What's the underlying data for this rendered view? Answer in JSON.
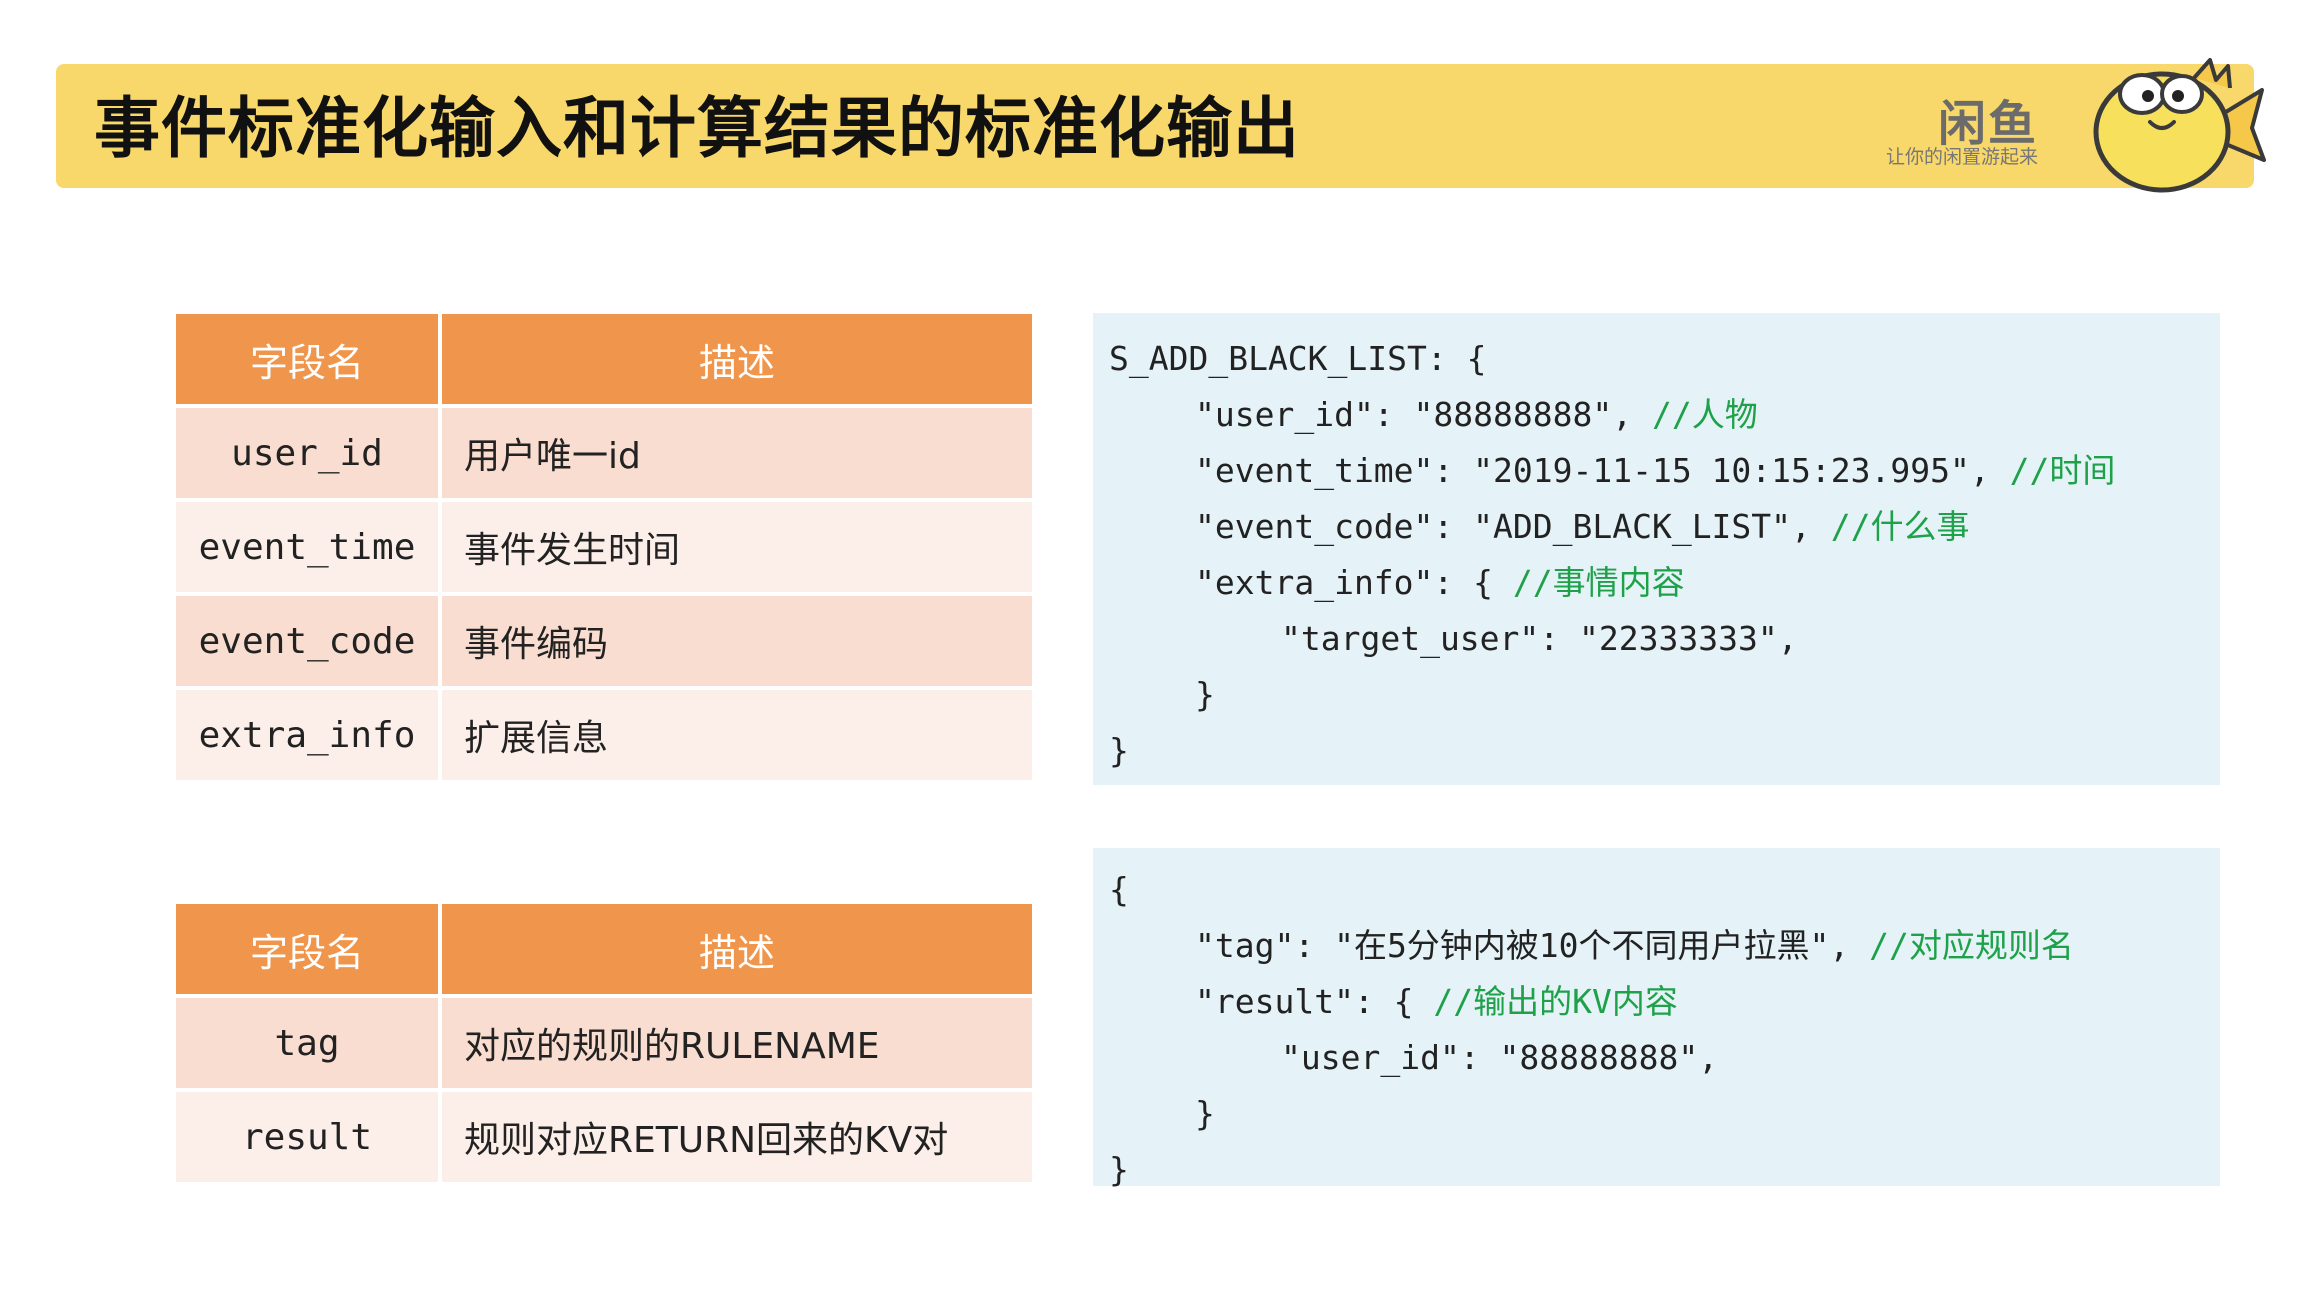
{
  "slide": {
    "title": "事件标准化输入和计算结果的标准化输出",
    "logo_name": "闲鱼",
    "logo_tagline": "让你的闲置游起来"
  },
  "input_table": {
    "headers": [
      "字段名",
      "描述"
    ],
    "rows": [
      {
        "name": "user_id",
        "desc": "用户唯一id"
      },
      {
        "name": "event_time",
        "desc": "事件发生时间"
      },
      {
        "name": "event_code",
        "desc": "事件编码"
      },
      {
        "name": "extra_info",
        "desc": "扩展信息"
      }
    ]
  },
  "output_table": {
    "headers": [
      "字段名",
      "描述"
    ],
    "rows": [
      {
        "name": "tag",
        "desc": "对应的规则的RULENAME"
      },
      {
        "name": "result",
        "desc": "规则对应RETURN回来的KV对"
      }
    ]
  },
  "input_code": {
    "line1": "S_ADD_BLACK_LIST: {",
    "line2_code": "\"user_id\": \"88888888\", ",
    "line2_comment": "//人物",
    "line3_code": "\"event_time\": \"2019-11-15 10:15:23.995\", ",
    "line3_comment": "//时间",
    "line4_code": "\"event_code\": \"ADD_BLACK_LIST\", ",
    "line4_comment": "//什么事",
    "line5_code": "\"extra_info\": { ",
    "line5_comment": "//事情内容",
    "line6": "\"target_user\": \"22333333\",",
    "line7": "}",
    "line8": "}"
  },
  "output_code": {
    "line1": "{",
    "line2_code": "\"tag\": \"在5分钟内被10个不同用户拉黑\", ",
    "line2_comment": "//对应规则名",
    "line3_code": "\"result\": { ",
    "line3_comment": "//输出的KV内容",
    "line4": "\"user_id\": \"88888888\",",
    "line5": "}",
    "line6": "}"
  },
  "colors": {
    "header_bar": "#f8d86a",
    "table_header": "#f0954c",
    "row_odd": "#f9ddd0",
    "row_even": "#fcefea",
    "code_bg": "#e5f3f8",
    "comment": "#1fa14a"
  },
  "icons": {
    "mascot": "fish-mascot-icon"
  }
}
